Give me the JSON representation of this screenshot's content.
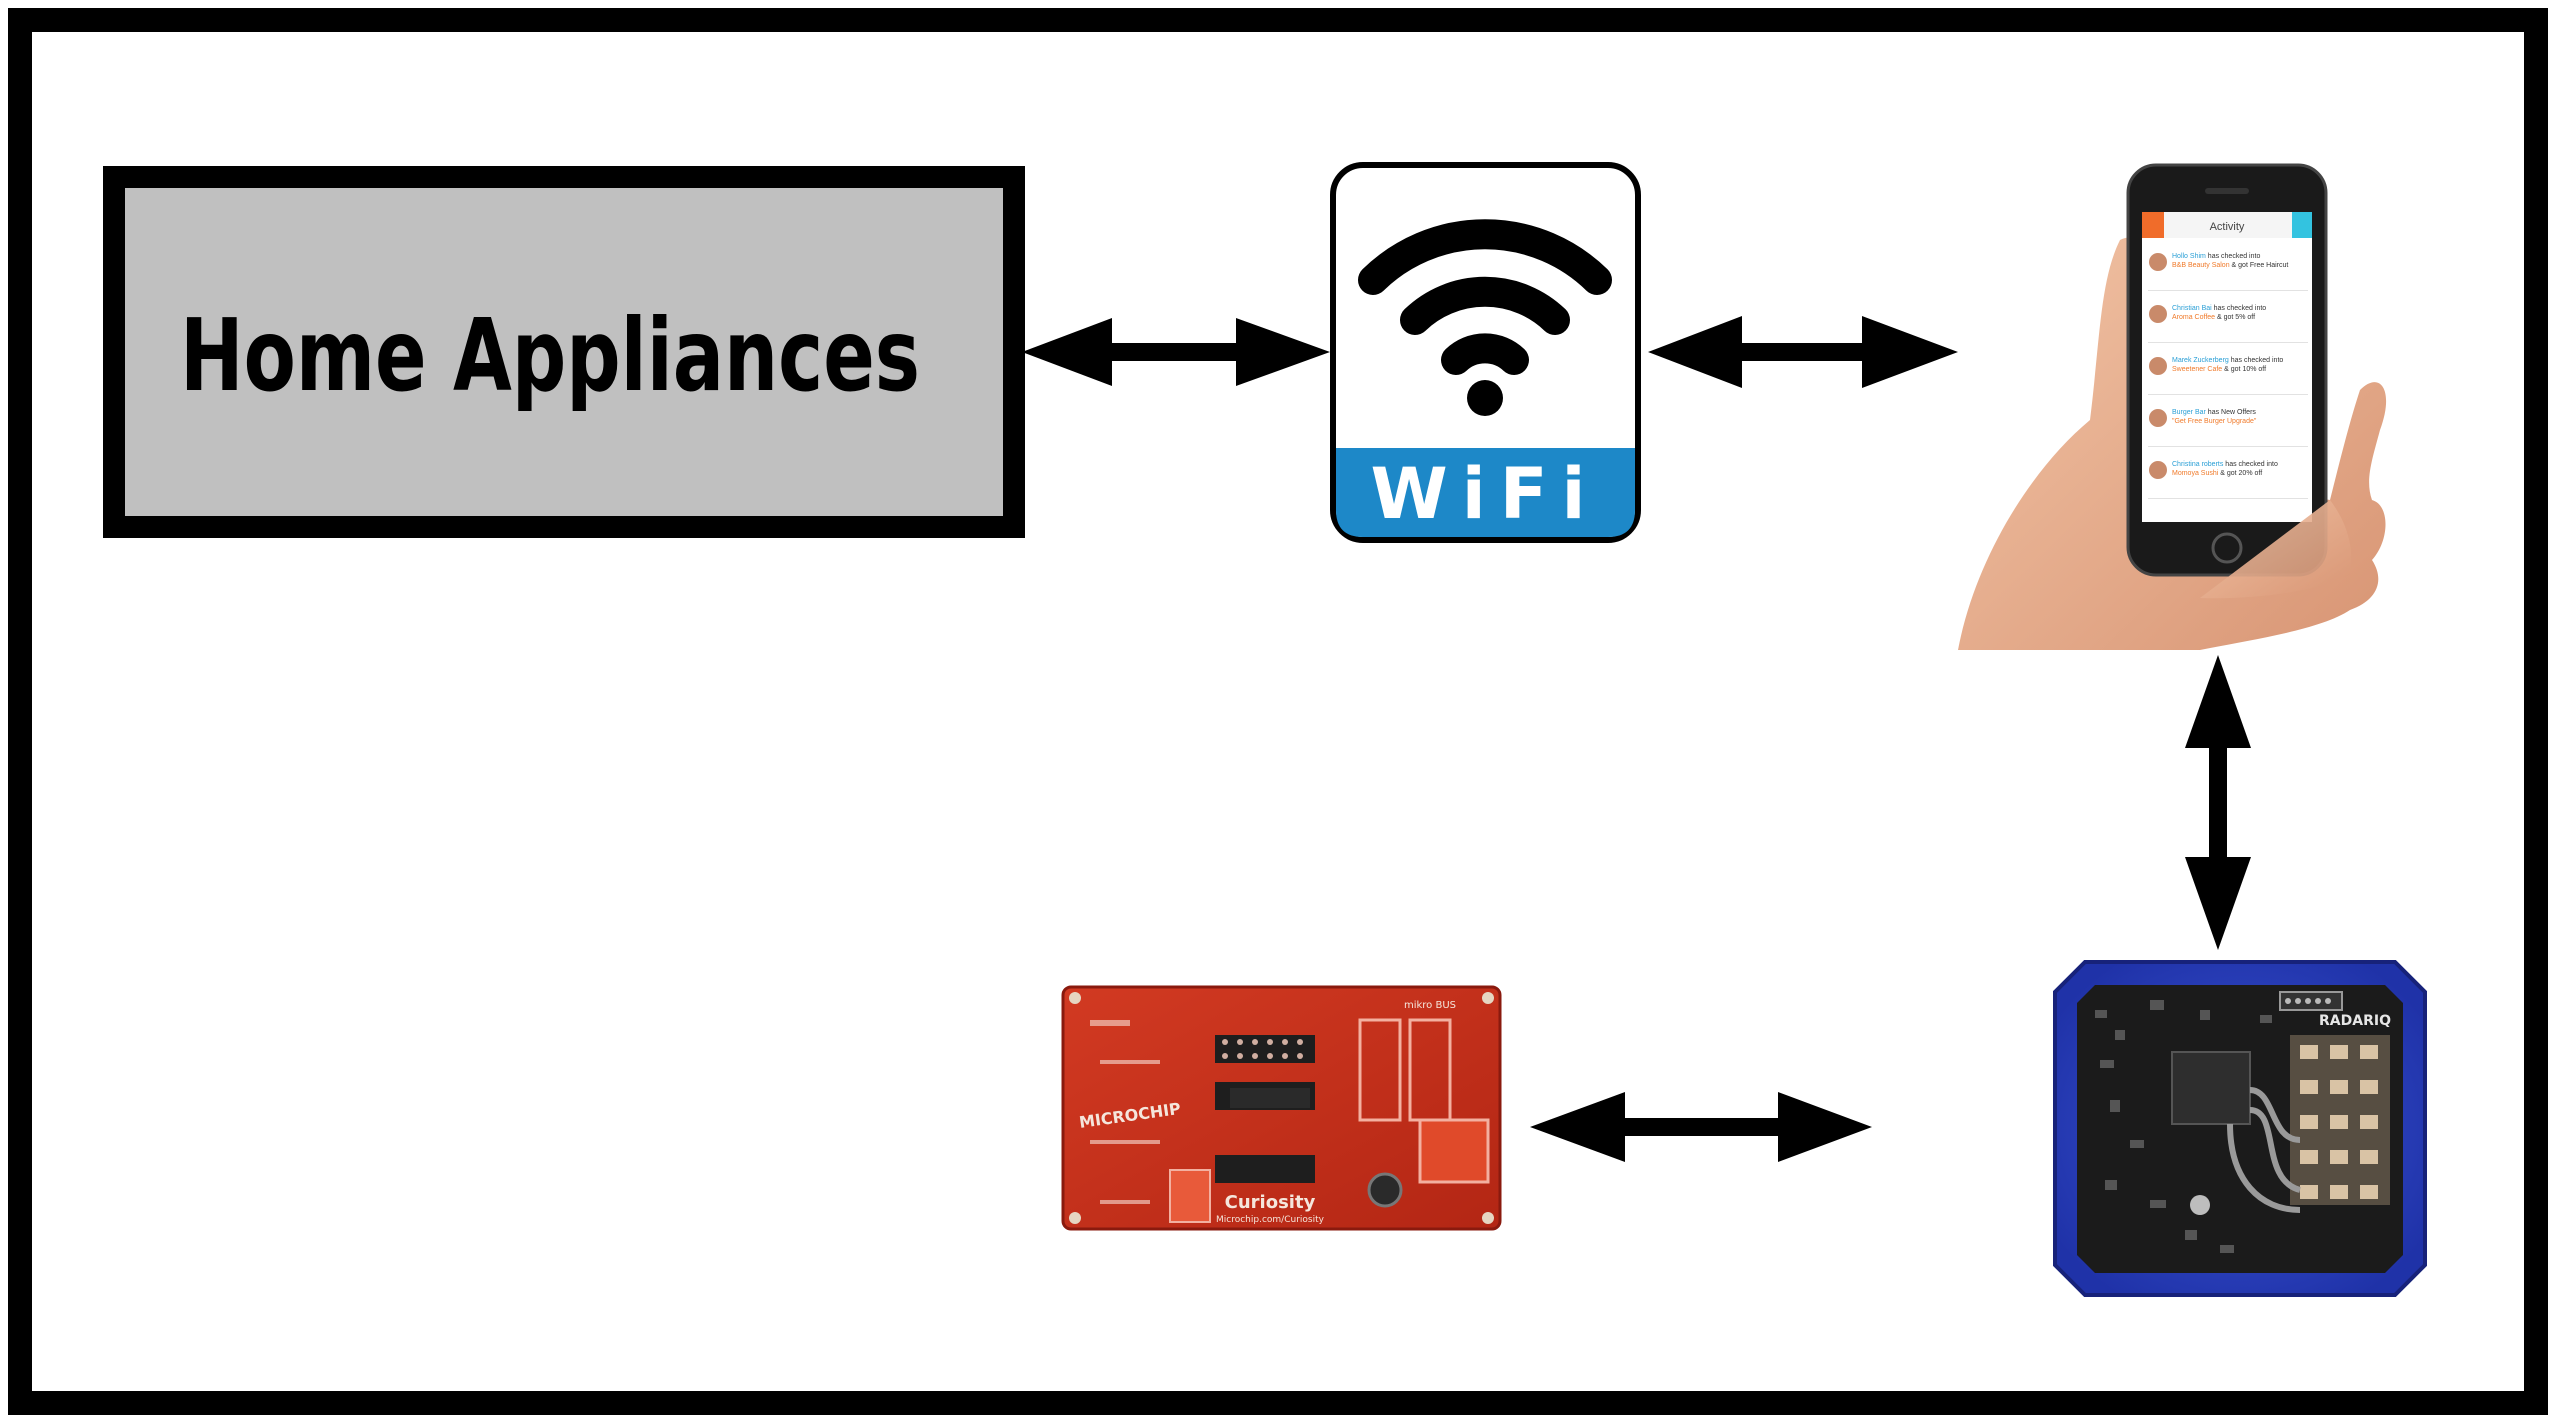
{
  "diagram": {
    "appliances_label": "Home Appliances",
    "wifi_label": "WiFi",
    "phone": {
      "header": "Activity",
      "feed": [
        {
          "name": "Hollo Shim",
          "action": "has checked into",
          "place": "B&B Beauty Salon",
          "note": "& got Free Haircut"
        },
        {
          "name": "Christian Bai",
          "action": "has checked into",
          "place": "Aroma Coffee",
          "note": "& got 5% off"
        },
        {
          "name": "Marek Zuckerberg",
          "action": "has checked into",
          "place": "Sweetener Cafe",
          "note": "& got 10% off"
        },
        {
          "name": "Burger Bar",
          "action": "has New Offers",
          "place": "\"Get Free Burger Upgrade\"",
          "note": ""
        },
        {
          "name": "Christina roberts",
          "action": "has checked into",
          "place": "Momoya Sushi",
          "note": "& got 20% off"
        }
      ]
    },
    "curiosity_board": {
      "brand": "MICROCHIP",
      "name": "Curiosity",
      "url": "Microchip.com/Curiosity",
      "mikrobus": "mikro BUS"
    },
    "radar_module": {
      "brand": "RADARIQ"
    }
  }
}
